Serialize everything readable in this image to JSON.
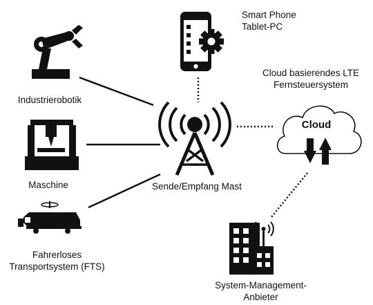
{
  "nodes": {
    "robot": {
      "label": "Industrierobotik",
      "icon": "industrial-robot-arm-icon"
    },
    "machine": {
      "label": "Maschine",
      "icon": "cnc-machine-icon"
    },
    "fts": {
      "label_line1": "Fahrerloses",
      "label_line2": "Transportsystem (FTS)",
      "icon": "automated-guided-vehicle-icon"
    },
    "tower": {
      "label": "Sende/Empfang Mast",
      "icon": "radio-tower-icon"
    },
    "phone": {
      "label_line1": "Smart Phone",
      "label_line2": "Tablet-PC",
      "icon": "smartphone-settings-icon"
    },
    "cloud": {
      "label_line1": "Cloud basierendes LTE",
      "label_line2": "Fernsteuersystem",
      "inner_text": "Cloud",
      "icon": "cloud-updown-icon"
    },
    "provider": {
      "label_line1": "System-Management-",
      "label_line2": "Anbieter",
      "icon": "building-antenna-icon"
    }
  },
  "connections": [
    {
      "from": "robot",
      "to": "tower",
      "style": "solid"
    },
    {
      "from": "machine",
      "to": "tower",
      "style": "solid"
    },
    {
      "from": "fts",
      "to": "tower",
      "style": "solid"
    },
    {
      "from": "phone",
      "to": "tower",
      "style": "dotted"
    },
    {
      "from": "tower",
      "to": "cloud",
      "style": "dotted"
    },
    {
      "from": "cloud",
      "to": "provider",
      "style": "dotted"
    }
  ],
  "colors": {
    "icon": "#111111",
    "line": "#111111",
    "background": "#ffffff"
  }
}
